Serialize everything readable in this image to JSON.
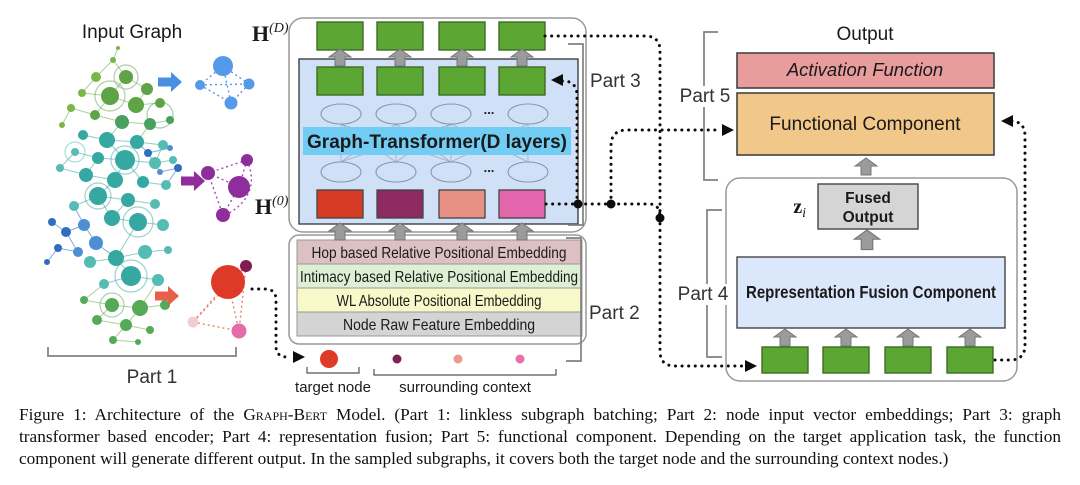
{
  "figure": {
    "title": "Input Graph",
    "part_labels": {
      "p1": "Part 1",
      "p2": "Part 2",
      "p3": "Part 3",
      "p4": "Part 4",
      "p5": "Part 5"
    },
    "math": {
      "h_letter": "H",
      "h_top_sup": "(D)",
      "h_bottom_sup": "(0)",
      "z_letter": "z",
      "z_sub": "i",
      "ellipsis": "..."
    },
    "transformer_label": "Graph-Transformer(D layers)",
    "embedding_layers": [
      "Hop based Relative Positional Embedding",
      "Intimacy based Relative Positional Embedding",
      "WL Absolute Positional Embedding",
      "Node Raw Feature Embedding"
    ],
    "legend": {
      "target": "target node",
      "context": "surrounding context"
    },
    "output_section": {
      "output": "Output",
      "activation": "Activation Function",
      "functional": "Functional Component",
      "fused_line1": "Fused",
      "fused_line2": "Output",
      "fusion": "Representation Fusion Component"
    }
  },
  "caption": {
    "line1_pre": "Figure 1: Architecture of the ",
    "line1_smallcaps": "Graph-Bert",
    "line1_post": " Model. (Part 1: linkless subgraph batching; Part 2: node input vector embeddings; Part 3: graph",
    "line2": "transformer based encoder; Part 4: representation fusion; Part 5: functional component. Depending on the target application task, the function",
    "line3": "component will generate different output. In the sampled subgraphs, it covers both the target node and the surrounding context nodes.)"
  },
  "colors": {
    "green_box": "#5ca634",
    "blue_panel": "#cfe0f7",
    "cyan_band": "#72cdf4",
    "h0_boxes": [
      "#d63b26",
      "#8e2a62",
      "#e69183",
      "#e366ad"
    ],
    "embed_rows": [
      "#ddc0c2",
      "#def0d4",
      "#f8f8c9",
      "#d4d4d4"
    ],
    "activation": "#e89c9c",
    "functional": "#f2c78a",
    "fused": "#d5d5d5",
    "fusion_panel": "#dbe7fa",
    "arrow_gray": "#9b9b9b",
    "subgraph_blue": "#4a90e2",
    "subgraph_purple": "#8e2d9b",
    "subgraph_red": "#e0492f",
    "target_node_red": "#dd3b27"
  }
}
